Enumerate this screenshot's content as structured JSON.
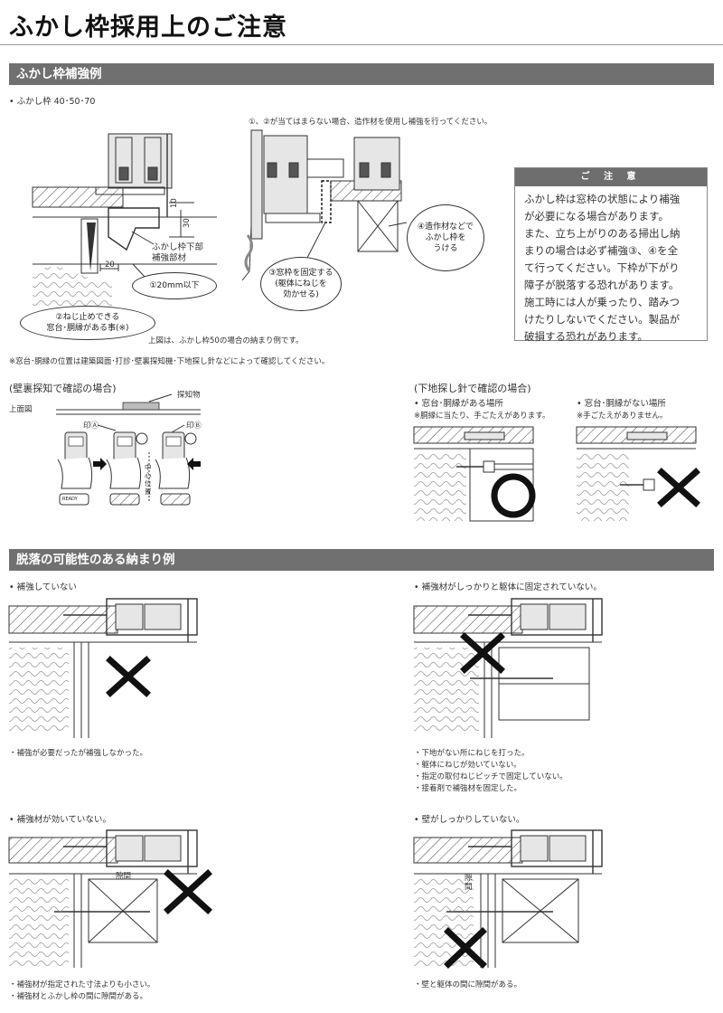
{
  "page": {
    "title": "ふかし枠採用上のご注意"
  },
  "section1": {
    "heading": "ふかし枠補強例",
    "variants": "• ふかし枠 40･50･70",
    "caption_top": "①、②が当てはまらない場合、造作材を使用し補強を行ってください。",
    "dims": {
      "d10": "10",
      "d30": "30",
      "d20": "20"
    },
    "labels": {
      "lower_reinforcement_line1": "ふかし枠下部",
      "lower_reinforcement_line2": "補強部材",
      "under20": "①20mm以下",
      "screwable_line1": "②ねじ止めできる",
      "screwable_line2": "窓台･胴縁がある事(※)",
      "fix_frame_line1": "③窓枠を固定する",
      "fix_frame_line2": "(躯体にねじを",
      "fix_frame_line3": "効かせる)",
      "reinforce_line1": "④造作材などで",
      "reinforce_line2": "ふかし枠を",
      "reinforce_line3": "うける"
    },
    "figure_note": "上図は、ふかし枠50の場合の納まり例です。",
    "footnote": "※窓台･胴縁の位置は建築図面･打診･壁裏探知機･下地探し針などによって確認してください。",
    "caution": {
      "heading": "ご 注 意",
      "lines": [
        "ふかし枠は窓枠の状態により補強",
        "が必要になる場合があります。",
        "また、立ち上がりのある掃出し納",
        "まりの場合は必ず補強③、④を全",
        "て行ってください。下枠が下がり",
        "障子が脱落する恐れがあります。",
        "施工時には人が乗ったり、踏みつ",
        "けたりしないでください。製品が",
        "破損する恐れがあります。"
      ]
    },
    "detector": {
      "title": "(壁裏探知で確認の場合)",
      "plan_view": "上面図",
      "detected": "探知物",
      "mark_a": "印Ⓐ",
      "mark_b": "印Ⓑ",
      "center": "中心位置",
      "device_label": "READY"
    },
    "needle": {
      "title": "(下地探し針で確認の場合)",
      "present_heading": "• 窓台･胴縁がある場所",
      "present_note": "※胴縁に当たり、手ごたえがあります。",
      "absent_heading": "• 窓台･胴縁がない場所",
      "absent_note": "※手ごたえがありません。"
    }
  },
  "section2": {
    "heading": "脱落の可能性のある納まり例",
    "cases": [
      {
        "title": "• 補強していない",
        "notes": [
          "・補強が必要だったが補強しなかった。"
        ],
        "gap_label": ""
      },
      {
        "title": "• 補強材がしっかりと躯体に固定されていない。",
        "notes": [
          "・下地がない所にねじを打った。",
          "・躯体にねじが効いていない。",
          "・指定の取付ねじピッチで固定していない。",
          "・接着剤で補強材を固定した。"
        ],
        "gap_label": ""
      },
      {
        "title": "• 補強材が効いていない。",
        "notes": [
          "・補強材が指定された寸法よりも小さい。",
          "・補強材とふかし枠の間に隙間がある。"
        ],
        "gap_label": "隙間"
      },
      {
        "title": "• 壁がしっかりしていない。",
        "notes": [
          "・壁と躯体の間に隙間がある。"
        ],
        "gap_label": "隙間"
      }
    ]
  }
}
